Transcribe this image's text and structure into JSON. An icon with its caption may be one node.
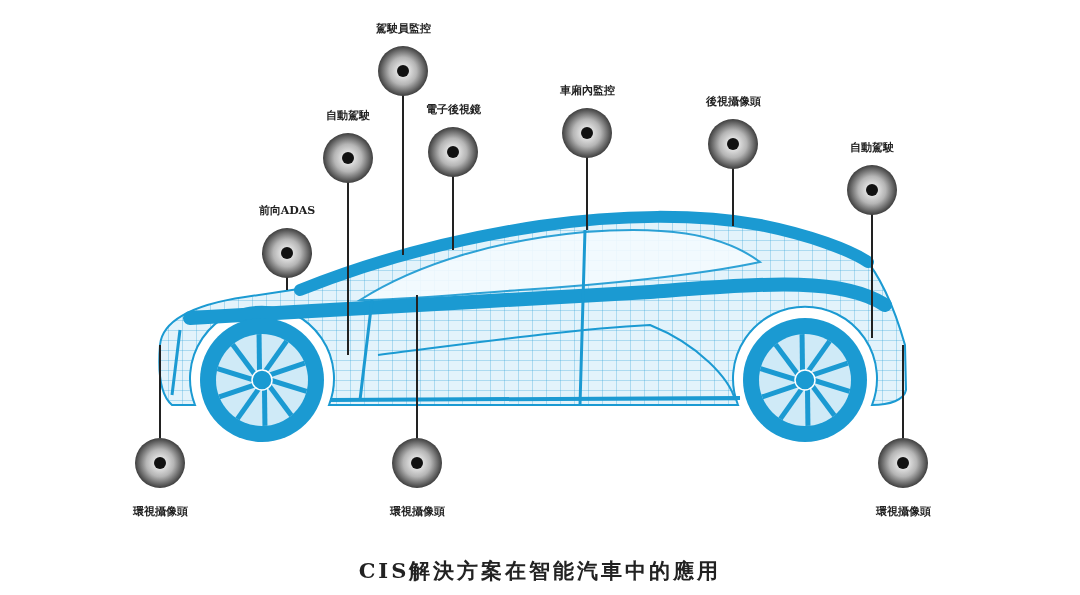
{
  "diagram": {
    "caption": "CIS解決方案在智能汽車中的應用",
    "nodes": [
      {
        "text": [
          "前向ADAS"
        ]
      },
      {
        "text": [
          "自動駕駛"
        ]
      },
      {
        "text": [
          "駕駛員監控"
        ]
      },
      {
        "text": [
          "電子後視鏡"
        ]
      },
      {
        "text": [
          "車廂內監控"
        ]
      },
      {
        "text": [
          "後視攝像頭"
        ]
      },
      {
        "text": [
          "自動駕駛"
        ]
      },
      {
        "text": [
          "環視攝像頭"
        ]
      },
      {
        "text": [
          "環視攝像頭"
        ]
      },
      {
        "text": [
          "環視攝像頭"
        ]
      }
    ],
    "edges": [
      {
        "from": 0,
        "to": null,
        "arrow": "none"
      },
      {
        "from": 1,
        "to": null,
        "arrow": "none"
      },
      {
        "from": 2,
        "to": null,
        "arrow": "none"
      },
      {
        "from": 3,
        "to": null,
        "arrow": "none"
      },
      {
        "from": 4,
        "to": null,
        "arrow": "none"
      },
      {
        "from": 5,
        "to": null,
        "arrow": "none"
      },
      {
        "from": 6,
        "to": null,
        "arrow": "none"
      },
      {
        "from": 7,
        "to": null,
        "arrow": "none"
      },
      {
        "from": 8,
        "to": null,
        "arrow": "none"
      },
      {
        "from": 9,
        "to": null,
        "arrow": "none"
      }
    ]
  }
}
